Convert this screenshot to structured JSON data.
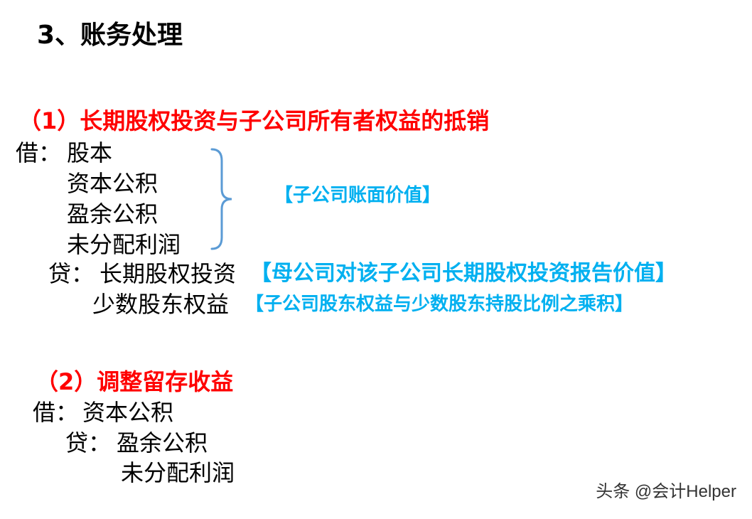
{
  "title": "3、账务处理",
  "section1": {
    "heading": "（1）长期股权投资与子公司所有者权益的抵销",
    "debit_label": "借：",
    "debit_items": [
      "股本",
      "资本公积",
      "盈余公积",
      "未分配利润"
    ],
    "brace_note": "【子公司账面价值】",
    "credit_label": "贷：",
    "credit_items": [
      {
        "account": "长期股权投资",
        "note": "【母公司对该子公司长期股权投资报告价值】"
      },
      {
        "account": "少数股东权益",
        "note": "【子公司股东权益与少数股东持股比例之乘积】"
      }
    ]
  },
  "section2": {
    "heading": "（2）调整留存收益",
    "debit_label": "借：",
    "debit_item": "资本公积",
    "credit_label": "贷：",
    "credit_items": [
      "盈余公积",
      "未分配利润"
    ]
  },
  "watermark": "头条 @会计Helper",
  "colors": {
    "heading": "#ff0000",
    "note": "#00b0f0",
    "brace": "#5b9bd5",
    "text": "#000000"
  }
}
